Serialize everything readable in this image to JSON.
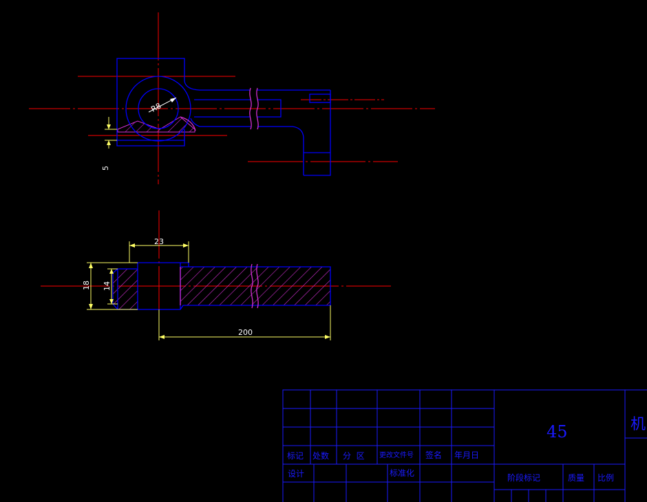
{
  "colors": {
    "background": "#000000",
    "outline": "#0000ff",
    "centerline": "#ff0000",
    "hatch": "#d22fd2",
    "dimension": "#ffff66",
    "dimension_text": "#ffffff",
    "titleblock_text": "#1a1aff"
  },
  "dimensions": {
    "radius": "R8",
    "step_height": "5",
    "hub_width": "23",
    "outer_height": "18",
    "inner_height": "14",
    "overall_length": "200"
  },
  "title_block": {
    "material": "45",
    "title_partial": "机",
    "labels": {
      "mark": "标记",
      "count": "处数",
      "zone": "分  区",
      "change_doc": "更改文件号",
      "signature": "签名",
      "date": "年月日",
      "design": "设计",
      "standardization": "标准化",
      "stage_mark": "阶段标记",
      "mass": "质量",
      "scale": "比例"
    }
  }
}
